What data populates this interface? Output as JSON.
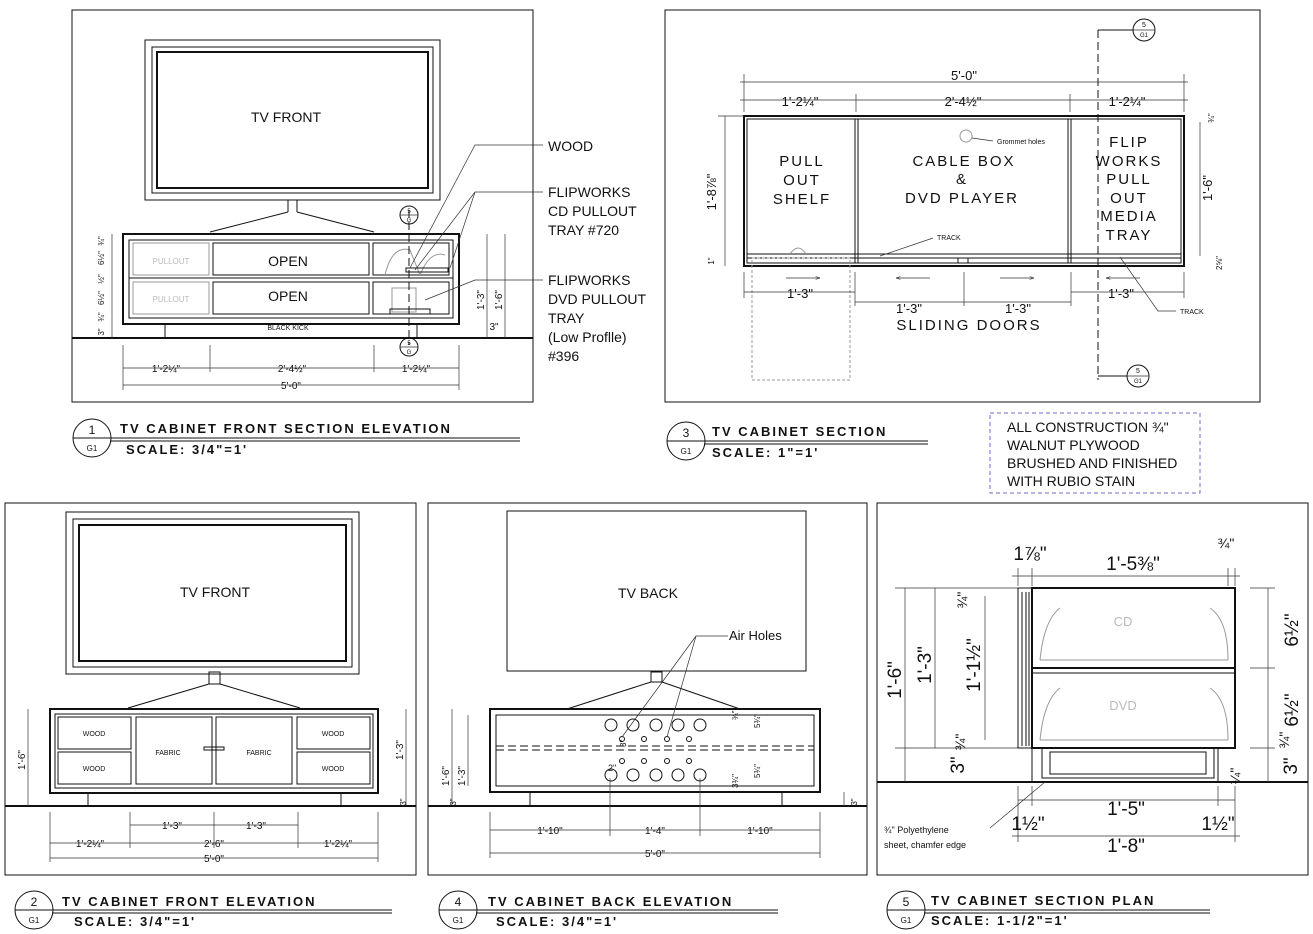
{
  "views": {
    "v1": {
      "num": "1",
      "sheet": "G1",
      "title": "TV CABINET FRONT SECTION ELEVATION",
      "scale": "SCALE: 3/4\"=1'",
      "tv": "TV FRONT",
      "open_top": "OPEN",
      "open_bot": "OPEN",
      "pullout_top": "PULLOUT",
      "pullout_bot": "PULLOUT",
      "kick": "BLACK KICK",
      "note_wood": "WOOD",
      "note_cd_1": "FLIPWORKS",
      "note_cd_2": "CD PULLOUT",
      "note_cd_3": "TRAY #720",
      "note_dvd_1": "FLIPWORKS",
      "note_dvd_2": "DVD PULLOUT",
      "note_dvd_3": "TRAY",
      "note_dvd_4": "(Low Proflle)",
      "note_dvd_5": "#396",
      "dims": {
        "d1": "1'-2¼\"",
        "d2": "2'-4½\"",
        "d3": "1'-2¼\"",
        "total": "5'-0\"",
        "h1": "1'-3\"",
        "h2": "1'-6\"",
        "kick": "3\"",
        "l1": "¾\"",
        "l2": "6½\"",
        "l3": "½\"",
        "l4": "6½\"",
        "l5": "¾\"",
        "l6": "3\""
      },
      "sec_num": "5",
      "sec_sheet": "G"
    },
    "v2": {
      "num": "2",
      "sheet": "G1",
      "title": "TV CABINET FRONT ELEVATION",
      "scale": "SCALE: 3/4\"=1'",
      "tv": "TV FRONT",
      "wood": "WOOD",
      "fabric": "FABRIC",
      "dims": {
        "c1": "1'-3\"",
        "c2": "1'-3\"",
        "d1": "1'-2¼\"",
        "d2": "2'-6\"",
        "d3": "1'-2¼\"",
        "total": "5'-0\"",
        "h_left": "1'-6\"",
        "h_right": "1'-3\"",
        "kick": "3\""
      }
    },
    "v3": {
      "num": "3",
      "sheet": "G1",
      "title": "TV CABINET SECTION",
      "scale": "SCALE: 1\"=1'",
      "shelf_1": "PULL",
      "shelf_2": "OUT",
      "shelf_3": "SHELF",
      "cable_1": "CABLE BOX",
      "cable_2": "&",
      "cable_3": "DVD PLAYER",
      "flip_1": "FLIP",
      "flip_2": "WORKS",
      "flip_3": "PULL",
      "flip_4": "OUT",
      "flip_5": "MEDIA",
      "flip_6": "TRAY",
      "grommet": "Grommet holes",
      "track": "TRACK",
      "track2": "TRACK",
      "doors": "SLIDING DOORS",
      "dims": {
        "total": "5'-0\"",
        "d1": "1'-2¼\"",
        "d2": "2'-4½\"",
        "d3": "1'-2¼\"",
        "h_left": "1'-8⅞\"",
        "h_right": "1'-6\"",
        "s1": "1'-3\"",
        "s2": "1'-3\"",
        "s3": "1'-3\"",
        "s4": "1'-3\"",
        "r1": "¾\"",
        "r2": "2⅝\"",
        "l1": "1\""
      },
      "cut_num": "5",
      "cut_sheet": "G1"
    },
    "v4": {
      "num": "4",
      "sheet": "G1",
      "title": "TV CABINET BACK ELEVATION",
      "scale": "SCALE: 3/4\"=1'",
      "tv": "TV BACK",
      "air": "Air Holes",
      "dims": {
        "d1": "1'-10\"",
        "d2": "1'-4\"",
        "d3": "1'-10\"",
        "total": "5'-0\"",
        "h1": "1'-6\"",
        "h2": "1'-3\"",
        "kick_l": "3\"",
        "kick_r": "3\"",
        "hole_a": "3\"",
        "hole_b": "¾\"",
        "hole_c": "5¾\"",
        "hole_d": "5¾\"",
        "hole_e": "3¾\"",
        "hole_f": "2\""
      }
    },
    "v5": {
      "num": "5",
      "sheet": "G1",
      "title": "TV CABINET SECTION PLAN",
      "scale": "SCALE: 1-1/2\"=1'",
      "cd": "CD",
      "dvd": "DVD",
      "note_1": "¾\" Polyethylene",
      "note_2": "sheet, chamfer edge",
      "dims": {
        "top_l": "1⅞\"",
        "top_m": "1'-5⅜\"",
        "top_r": "¾\"",
        "h1": "1'-6\"",
        "h2": "1'-3\"",
        "h3": "1'-1½\"",
        "l1": "¾\"",
        "l2": "¾\"",
        "l3": "3\"",
        "r1": "6½\"",
        "r2": "6½\"",
        "r3": "¾\"",
        "r4": "3\"",
        "r5": "¼\"",
        "b1": "1'-5\"",
        "b2": "1'-8\"",
        "bl": "1½\"",
        "br": "1½\""
      }
    }
  },
  "construction_note": {
    "line1": "ALL CONSTRUCTION ¾\"",
    "line2": "WALNUT PLYWOOD",
    "line3": "BRUSHED AND FINISHED",
    "line4": "WITH RUBIO STAIN"
  }
}
